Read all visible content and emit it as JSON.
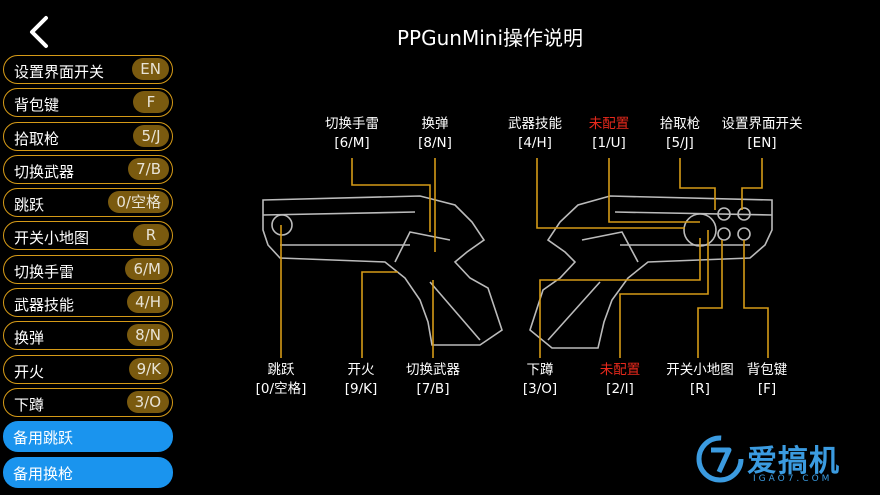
{
  "title": "PPGunMini操作说明",
  "menu": [
    {
      "label": "设置界面开关",
      "key": "EN"
    },
    {
      "label": "背包键",
      "key": "F"
    },
    {
      "label": "拾取枪",
      "key": "5/J"
    },
    {
      "label": "切换武器",
      "key": "7/B"
    },
    {
      "label": "跳跃",
      "key": "0/空格"
    },
    {
      "label": "开关小地图",
      "key": "R"
    },
    {
      "label": "切换手雷",
      "key": "6/M"
    },
    {
      "label": "武器技能",
      "key": "4/H"
    },
    {
      "label": "换弹",
      "key": "8/N"
    },
    {
      "label": "开火",
      "key": "9/K"
    },
    {
      "label": "下蹲",
      "key": "3/O"
    }
  ],
  "backup": [
    {
      "label": "备用跳跃"
    },
    {
      "label": "备用换枪"
    }
  ],
  "annotations": {
    "grenade": {
      "name": "切换手雷",
      "key": "[6/M]"
    },
    "reload": {
      "name": "换弹",
      "key": "[8/N]"
    },
    "skill": {
      "name": "武器技能",
      "key": "[4/H]"
    },
    "unset1": {
      "name": "未配置",
      "key": "[1/U]"
    },
    "pickup": {
      "name": "拾取枪",
      "key": "[5/J]"
    },
    "settings": {
      "name": "设置界面开关",
      "key": "[EN]"
    },
    "jump": {
      "name": "跳跃",
      "key": "[0/空格]"
    },
    "fire": {
      "name": "开火",
      "key": "[9/K]"
    },
    "switch": {
      "name": "切换武器",
      "key": "[7/B]"
    },
    "crouch": {
      "name": "下蹲",
      "key": "[3/O]"
    },
    "unset2": {
      "name": "未配置",
      "key": "[2/I]"
    },
    "minimap": {
      "name": "开关小地图",
      "key": "[R]"
    },
    "bag": {
      "name": "背包键",
      "key": "[F]"
    }
  },
  "logo": {
    "text": "爱搞机",
    "sub": "IGAO7.COM"
  },
  "colors": {
    "accent": "#d59a17",
    "blue": "#1a94ee",
    "red": "#e8291c"
  }
}
